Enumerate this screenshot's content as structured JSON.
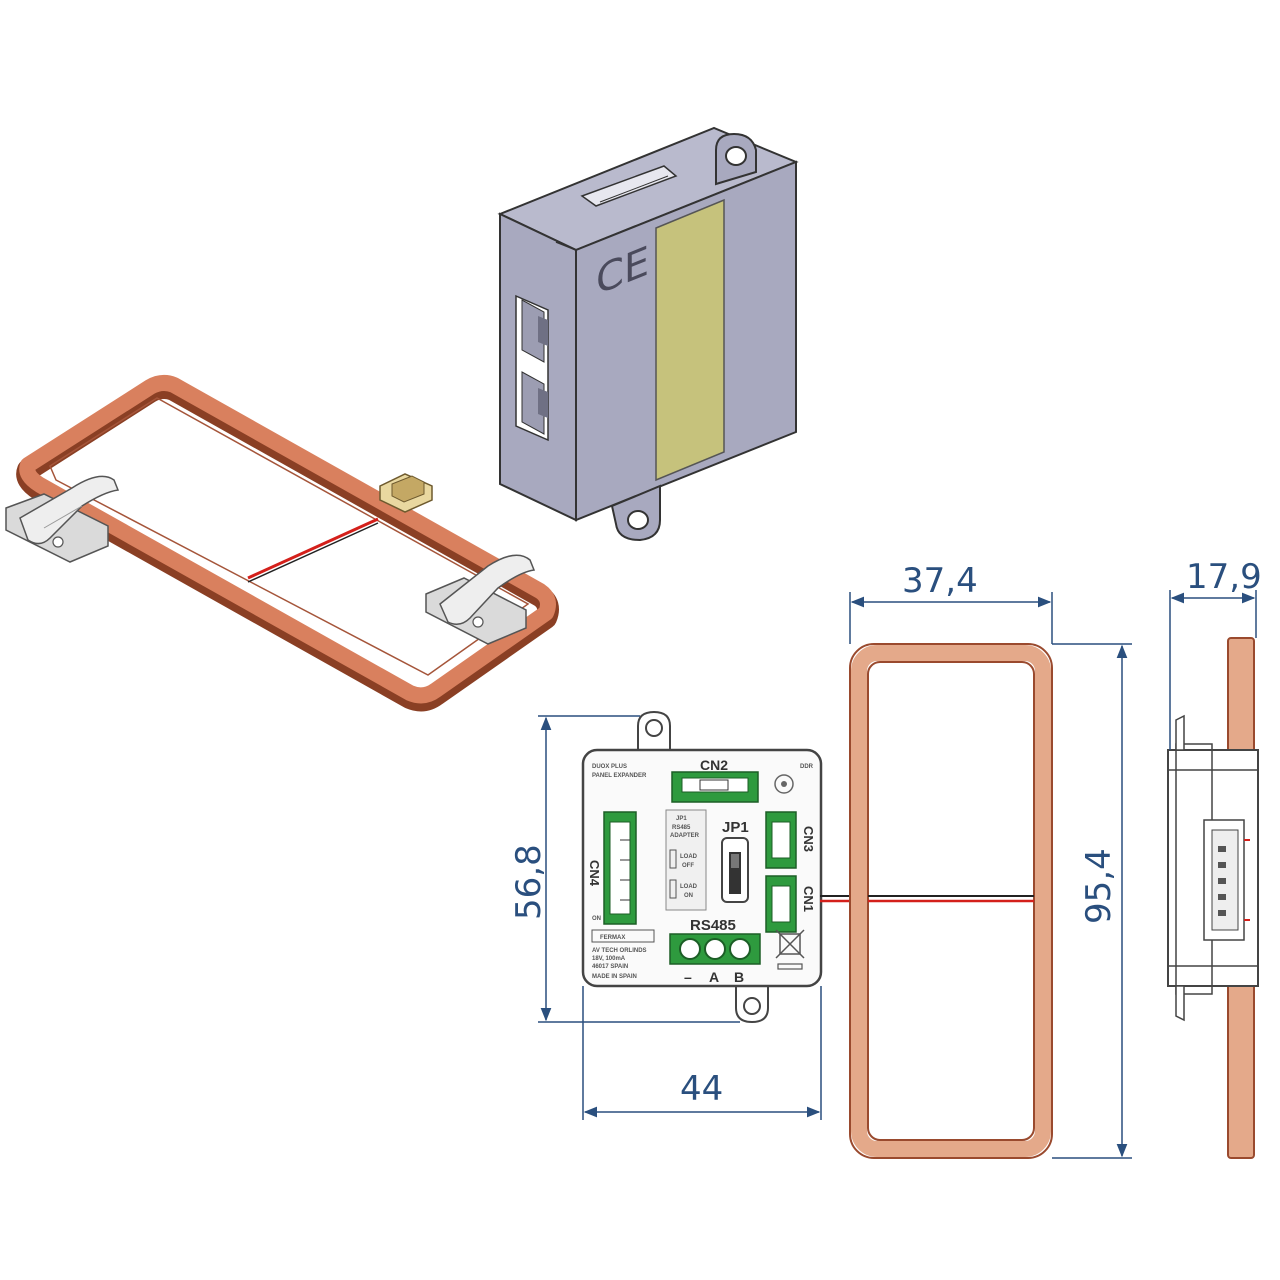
{
  "dimensions": {
    "coil_width": "37,4",
    "coil_depth": "17,9",
    "module_height": "56,8",
    "coil_height": "95,4",
    "module_width": "44"
  },
  "board": {
    "product_line1": "DUOX PLUS",
    "product_line2": "PANEL EXPANDER",
    "ref_code": "DDR",
    "cn2": "CN2",
    "cn3": "CN3",
    "cn1": "CN1",
    "cn4": "CN4",
    "jp1": "JP1",
    "jp1_box_title": "JP1",
    "jp1_box_sub1": "RS485",
    "jp1_box_sub2": "ADAPTER",
    "load_off_1": "LOAD",
    "load_off_2": "OFF",
    "load_on_1": "LOAD",
    "load_on_2": "ON",
    "rs485": "RS485",
    "term_minus": "–",
    "term_a": "A",
    "term_b": "B",
    "on_mark": "ON",
    "brand": "FERMAX",
    "spec1": "AV TECH ORLINDS",
    "spec2": "18V, 100mA",
    "spec3": "46017 SPAIN",
    "spec4": "MADE IN SPAIN"
  },
  "module_3d": {
    "ce_mark": "CE"
  },
  "colors": {
    "dimension_line": "#2a4f7e",
    "copper_coil": "#d9805e",
    "housing": "#a8a9bf",
    "label_yellow": "#c6c27c",
    "connector_green": "#2e9a3e"
  }
}
